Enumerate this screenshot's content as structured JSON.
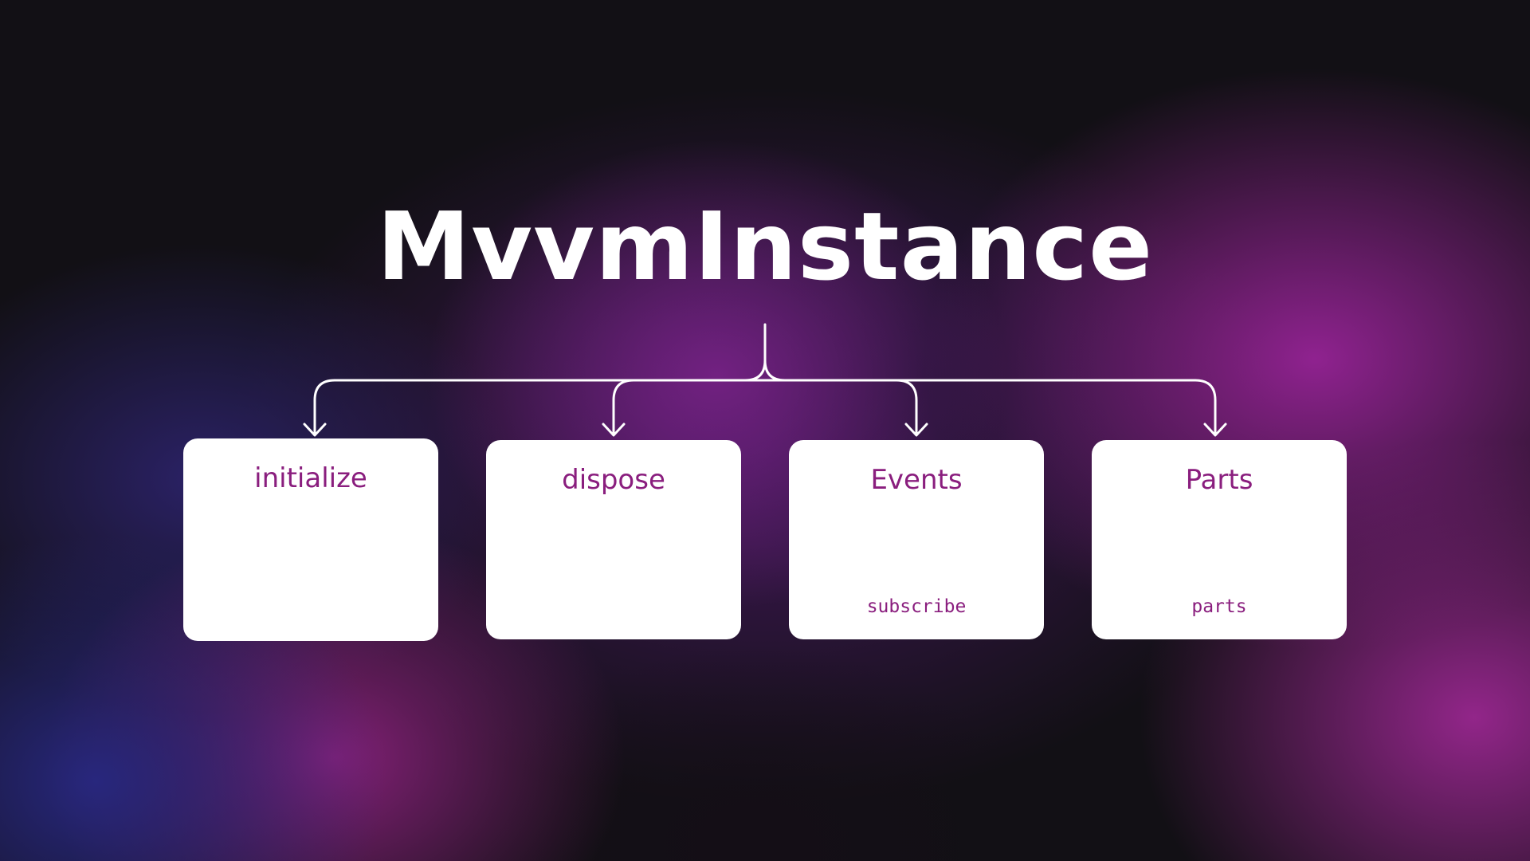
{
  "title": "MvvmInstance",
  "colors": {
    "card_text": "#8a1e7e",
    "card_background": "#ffffff",
    "connector": "#ffffff"
  },
  "cards": [
    {
      "title": "initialize",
      "code": ""
    },
    {
      "title": "dispose",
      "code": ""
    },
    {
      "title": "Events",
      "code": "subscribe"
    },
    {
      "title": "Parts",
      "code": "parts"
    }
  ]
}
